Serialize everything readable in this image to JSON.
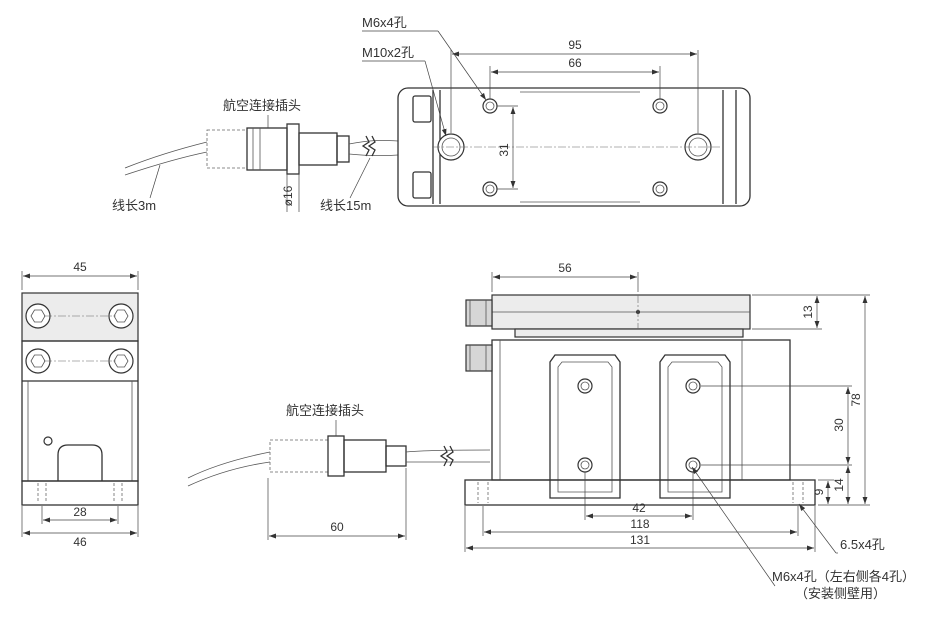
{
  "top_view": {
    "callout_m6": "M6x4孔",
    "callout_m10": "M10x2孔",
    "connector_label": "航空连接插头",
    "cable_3m": "线长3m",
    "cable_15m": "线长15m",
    "dim_95": "95",
    "dim_66": "66",
    "dim_31": "31",
    "dim_phi16": "ø16"
  },
  "end_view": {
    "dim_45": "45",
    "dim_28": "28",
    "dim_46": "46"
  },
  "front_view": {
    "connector_label": "航空连接插头",
    "dim_60": "60",
    "dim_56": "56",
    "dim_13": "13",
    "dim_78": "78",
    "dim_30": "30",
    "dim_14": "14",
    "dim_9": "9",
    "dim_42": "42",
    "dim_118": "118",
    "dim_131": "131",
    "callout_holes_65": "6.5x4孔",
    "callout_holes_m6": "M6x4孔（左右侧各4孔）",
    "callout_holes_m6_note": "（安装侧壁用）"
  },
  "colors": {
    "line": "#333333",
    "fill_shade": "#d6d6d6",
    "fill_light": "#ececec"
  }
}
